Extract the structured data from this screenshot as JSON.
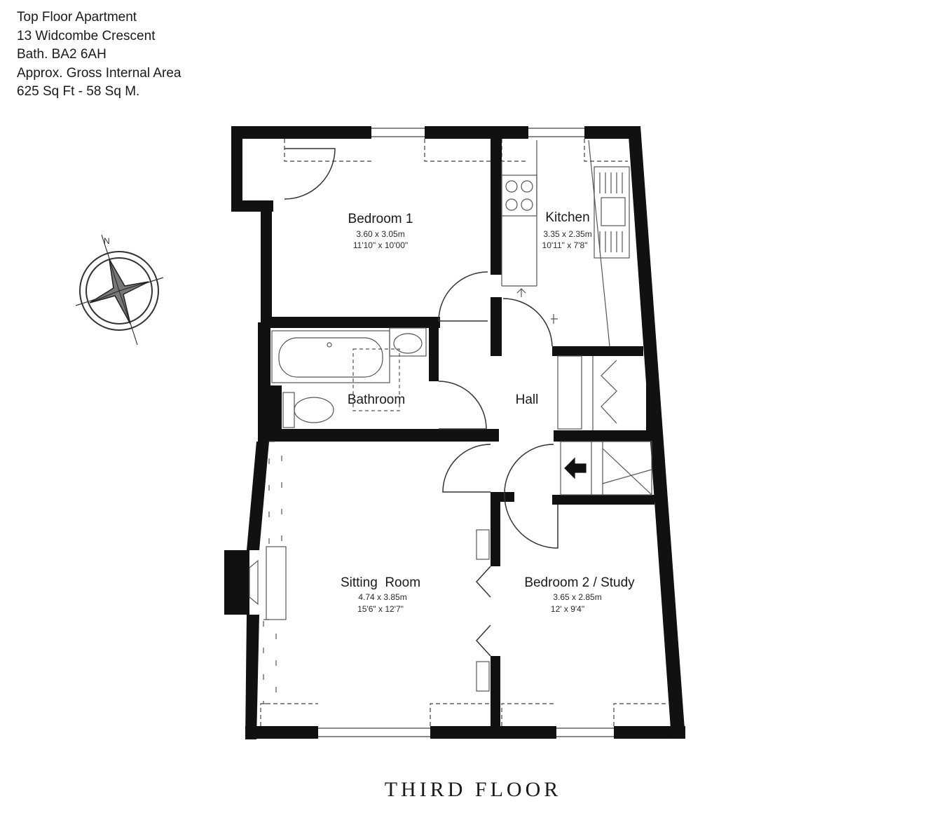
{
  "header": {
    "line1": "Top Floor Apartment",
    "line2": "13 Widcombe Crescent",
    "line3": "Bath. BA2 6AH",
    "line4": "Approx. Gross Internal Area",
    "line5": "625 Sq Ft - 58 Sq M."
  },
  "rooms": {
    "bedroom1": {
      "name": "Bedroom 1",
      "metric": "3.60 x 3.05m",
      "imperial": "11'10\" x 10'00\""
    },
    "kitchen": {
      "name": "Kitchen",
      "metric": "3.35 x 2.35m",
      "imperial": "10'11\" x 7'8\""
    },
    "bathroom": {
      "name": "Bathroom"
    },
    "hall": {
      "name": "Hall"
    },
    "sitting_room": {
      "name": "Sitting  Room",
      "metric": "4.74 x 3.85m",
      "imperial": "15'6\" x 12'7\""
    },
    "bedroom2": {
      "name": "Bedroom 2 / Study",
      "metric": "3.65 x 2.85m",
      "imperial": "12' x 9'4\""
    }
  },
  "floor_label": "THIRD FLOOR",
  "colors": {
    "wall": "#111111",
    "line": "#333333",
    "background": "#ffffff"
  }
}
